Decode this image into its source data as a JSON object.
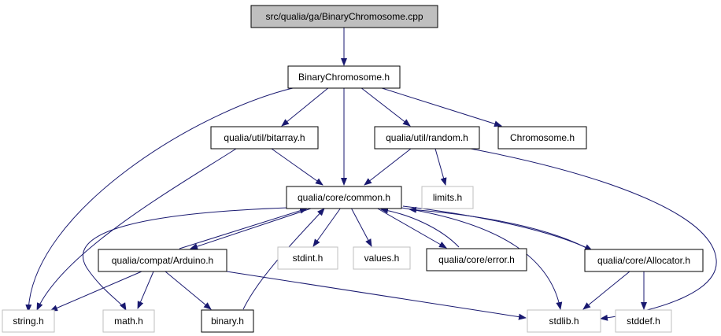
{
  "colors": {
    "edge": "#191970",
    "root_fill": "#bfbfbf",
    "documented_border": "#000000",
    "undocumented_border": "#bfbfbf",
    "node_fill": "#ffffff"
  },
  "nodes": {
    "root": {
      "label": "src/qualia/ga/BinaryChromosome.cpp",
      "kind": "root"
    },
    "binarychromosome_h": {
      "label": "BinaryChromosome.h",
      "kind": "documented"
    },
    "bitarray_h": {
      "label": "qualia/util/bitarray.h",
      "kind": "documented"
    },
    "random_h": {
      "label": "qualia/util/random.h",
      "kind": "documented"
    },
    "chromosome_h": {
      "label": "Chromosome.h",
      "kind": "documented"
    },
    "common_h": {
      "label": "qualia/core/common.h",
      "kind": "documented"
    },
    "limits_h": {
      "label": "limits.h",
      "kind": "system"
    },
    "arduino_h": {
      "label": "qualia/compat/Arduino.h",
      "kind": "documented"
    },
    "stdint_h": {
      "label": "stdint.h",
      "kind": "system"
    },
    "values_h": {
      "label": "values.h",
      "kind": "system"
    },
    "error_h": {
      "label": "qualia/core/error.h",
      "kind": "documented"
    },
    "allocator_h": {
      "label": "qualia/core/Allocator.h",
      "kind": "documented"
    },
    "string_h": {
      "label": "string.h",
      "kind": "system"
    },
    "math_h": {
      "label": "math.h",
      "kind": "system"
    },
    "binary_h": {
      "label": "binary.h",
      "kind": "documented"
    },
    "stdlib_h": {
      "label": "stdlib.h",
      "kind": "system"
    },
    "stddef_h": {
      "label": "stddef.h",
      "kind": "system"
    }
  }
}
